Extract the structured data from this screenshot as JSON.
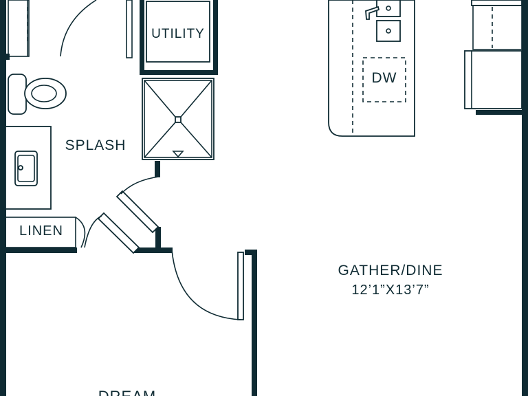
{
  "rooms": {
    "utility": "UTILITY",
    "splash": "SPLASH",
    "linen": "LINEN",
    "dw": "DW",
    "gather_name": "GATHER/DINE",
    "gather_size": "12’1”X13’7”",
    "dream": "DREAM"
  },
  "colors": {
    "wall": "#0f2b33",
    "background": "#ffffff"
  }
}
